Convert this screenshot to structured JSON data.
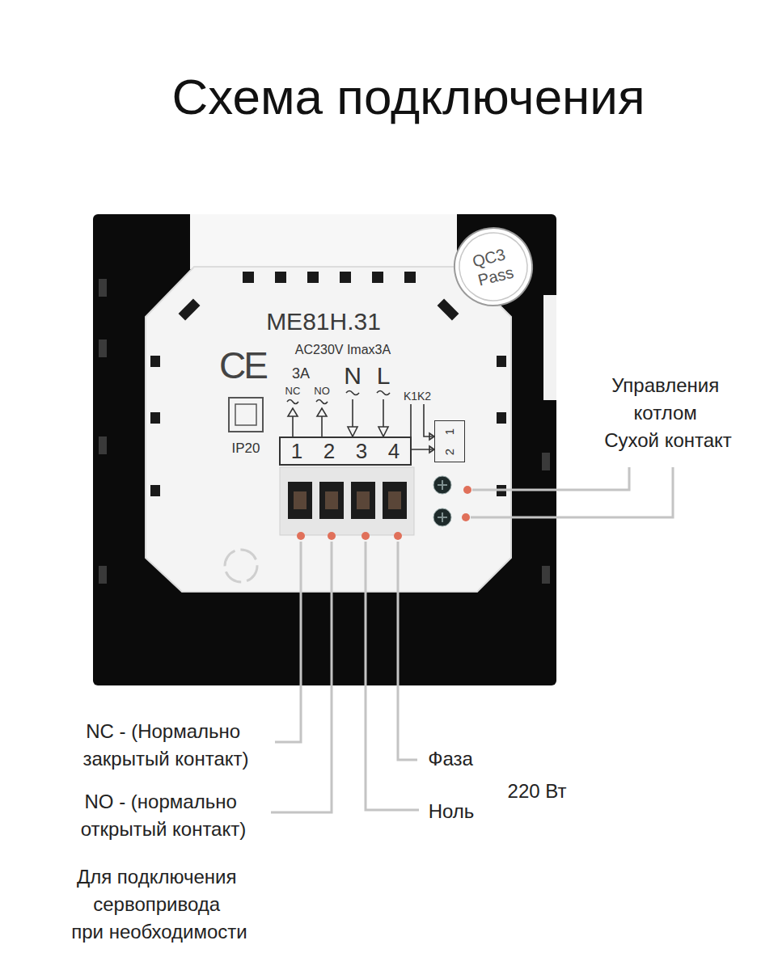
{
  "diagram": {
    "title": "Схема подключения",
    "nodes": [
      {
        "text": [
          "QC3 Pass"
        ]
      },
      {
        "text": [
          "1",
          "2",
          "3",
          "4"
        ]
      },
      {
        "text": [
          "1",
          "2"
        ]
      }
    ],
    "labels": [
      "ME81H.31",
      "CE",
      "AC230V Imax3A",
      "3A",
      "NC",
      "NO",
      "N",
      "L",
      "K1K2",
      "IP20",
      "Управления котлом Сухой контакт",
      "NC - (Нормально закрытый контакт)",
      "NO - (нормально открытый контакт)",
      "Для подключения сервопривода при необходимости",
      "Фаза",
      "Ноль",
      "220 Вт"
    ]
  }
}
